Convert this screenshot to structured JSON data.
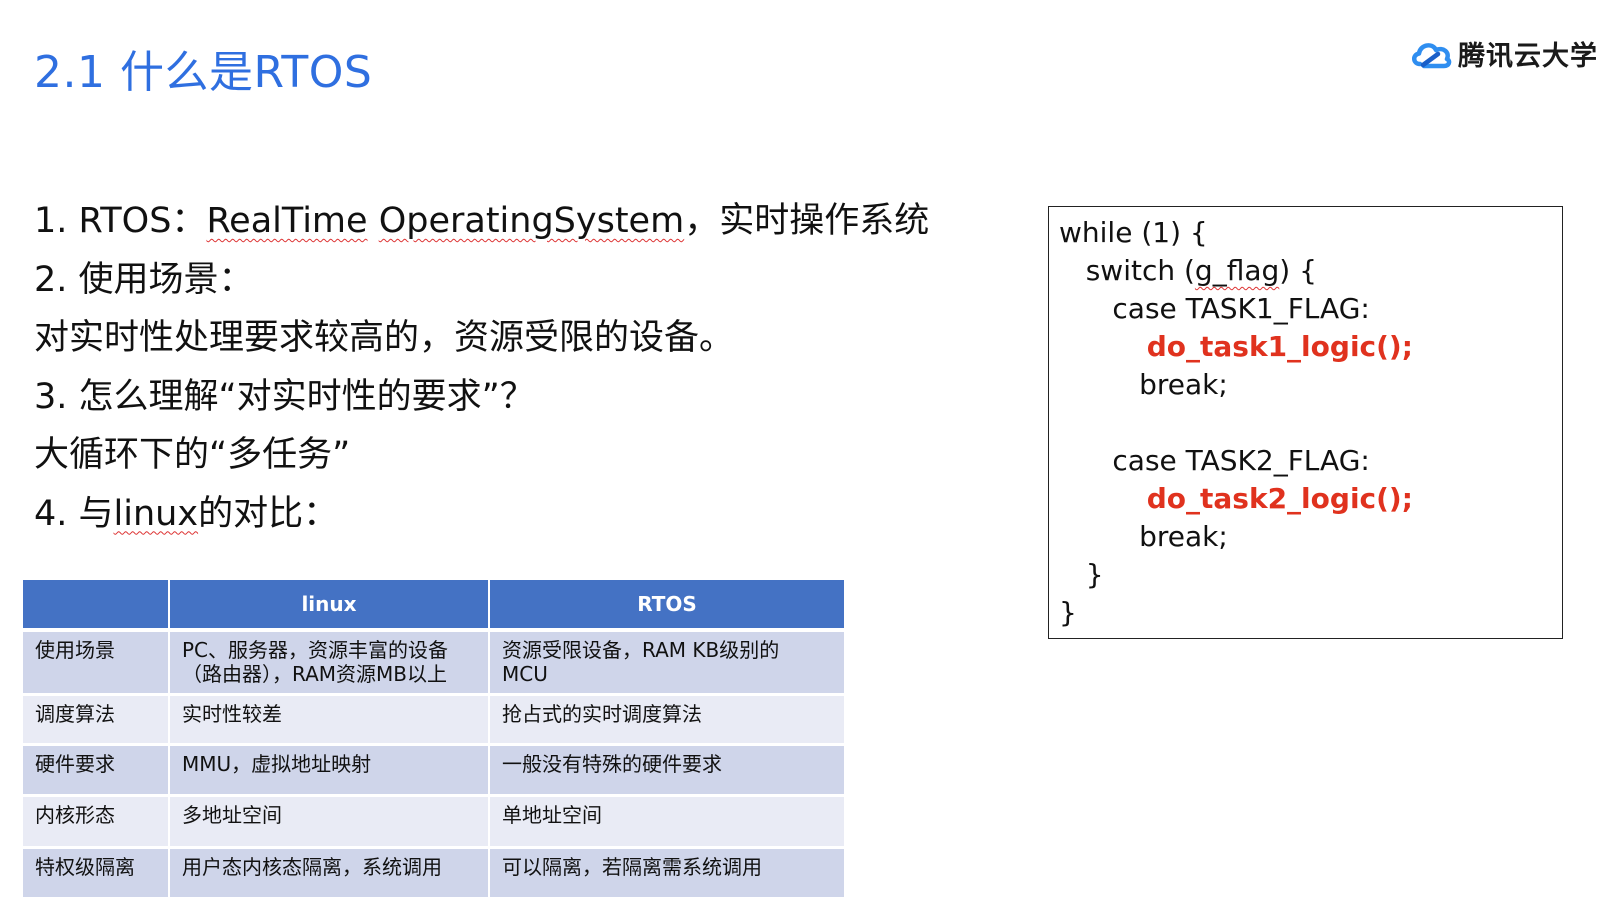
{
  "slide": {
    "title": "2.1 什么是RTOS"
  },
  "brand": {
    "logo_text": "腾讯云大学",
    "logo_icon": "cloud-icon",
    "accent_color": "#2f6fe0"
  },
  "content": {
    "line1_prefix": "1. RTOS：",
    "line1_term1": "RealTime",
    "line1_space": " ",
    "line1_term2": "OperatingSystem",
    "line1_suffix": "，实时操作系统",
    "line2": "2. 使用场景：",
    "line3": "对实时性处理要求较高的，资源受限的设备。",
    "line4": "3. 怎么理解“对实时性的要求”？",
    "line5": "大循环下的“多任务”",
    "line6_prefix": "4. 与",
    "line6_term": "linux",
    "line6_suffix": "的对比："
  },
  "code": {
    "highlight_color": "#e0321e",
    "lines": [
      "while (1) {",
      "   switch (",
      "g_flag",
      ") {",
      "      case TASK1_FLAG:",
      "         do_task1_logic();",
      "         break;",
      "",
      "      case TASK2_FLAG:",
      "         do_task2_logic();",
      "         break;",
      "   }",
      "}"
    ]
  },
  "table": {
    "headers": [
      "",
      "linux",
      "RTOS"
    ],
    "rows": [
      {
        "label": "使用场景",
        "linux": [
          "PC、服务器，资源丰富的设备",
          "（路由器），RAM资源MB以上"
        ],
        "rtos": [
          "资源受限设备，RAM KB级别的",
          "MCU"
        ]
      },
      {
        "label": "调度算法",
        "linux": [
          "实时性较差"
        ],
        "rtos": [
          "抢占式的实时调度算法"
        ]
      },
      {
        "label": "硬件要求",
        "linux": [
          "MMU，虚拟地址映射"
        ],
        "rtos": [
          "一般没有特殊的硬件要求"
        ]
      },
      {
        "label": "内核形态",
        "linux": [
          "多地址空间"
        ],
        "rtos": [
          "单地址空间"
        ]
      },
      {
        "label": "特权级隔离",
        "linux": [
          "用户态内核态隔离，系统调用"
        ],
        "rtos": [
          "可以隔离，若隔离需系统调用"
        ]
      }
    ]
  }
}
